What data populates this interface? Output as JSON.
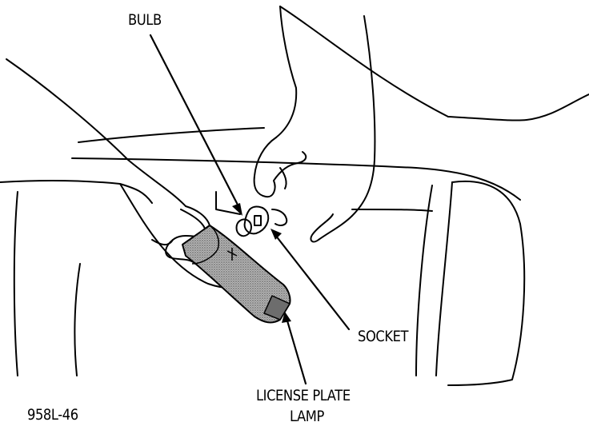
{
  "labels": {
    "bulb": "BULB",
    "socket": "SOCKET",
    "lamp_line1": "LICENSE PLATE",
    "lamp_line2": "LAMP",
    "figure_id": "958L-46"
  },
  "colors": {
    "ink": "#000000",
    "paper": "#ffffff",
    "lamp_fill": "#8a8a8a"
  }
}
